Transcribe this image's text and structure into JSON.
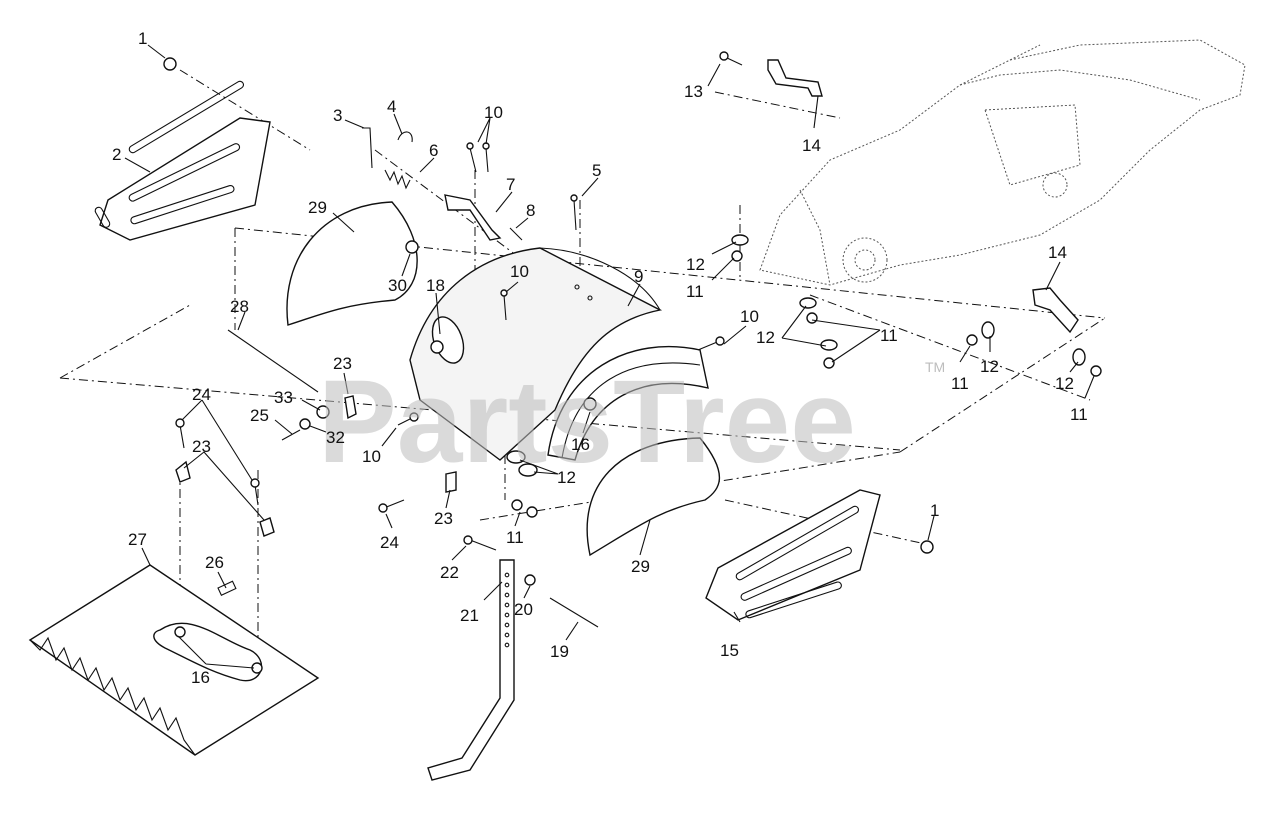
{
  "diagram": {
    "watermark": "PartsTree",
    "trademark": "TM",
    "callouts": [
      {
        "id": "c1a",
        "text": "1"
      },
      {
        "id": "c2",
        "text": "2"
      },
      {
        "id": "c3",
        "text": "3"
      },
      {
        "id": "c4",
        "text": "4"
      },
      {
        "id": "c10a",
        "text": "10"
      },
      {
        "id": "c6",
        "text": "6"
      },
      {
        "id": "c5",
        "text": "5"
      },
      {
        "id": "c7",
        "text": "7"
      },
      {
        "id": "c8",
        "text": "8"
      },
      {
        "id": "c29a",
        "text": "29"
      },
      {
        "id": "c30",
        "text": "30"
      },
      {
        "id": "c18",
        "text": "18"
      },
      {
        "id": "c10b",
        "text": "10"
      },
      {
        "id": "c9",
        "text": "9"
      },
      {
        "id": "c28",
        "text": "28"
      },
      {
        "id": "c23a",
        "text": "23"
      },
      {
        "id": "c33",
        "text": "33"
      },
      {
        "id": "c25",
        "text": "25"
      },
      {
        "id": "c32",
        "text": "32"
      },
      {
        "id": "c10c",
        "text": "10"
      },
      {
        "id": "c24a",
        "text": "24"
      },
      {
        "id": "c23b",
        "text": "23"
      },
      {
        "id": "c16a",
        "text": "16"
      },
      {
        "id": "c12a",
        "text": "12"
      },
      {
        "id": "c23c",
        "text": "23"
      },
      {
        "id": "c24b",
        "text": "24"
      },
      {
        "id": "c11a",
        "text": "11"
      },
      {
        "id": "c22",
        "text": "22"
      },
      {
        "id": "c29b",
        "text": "29"
      },
      {
        "id": "c27",
        "text": "27"
      },
      {
        "id": "c26",
        "text": "26"
      },
      {
        "id": "c21",
        "text": "21"
      },
      {
        "id": "c20",
        "text": "20"
      },
      {
        "id": "c19",
        "text": "19"
      },
      {
        "id": "c16b",
        "text": "16"
      },
      {
        "id": "c13",
        "text": "13"
      },
      {
        "id": "c14a",
        "text": "14"
      },
      {
        "id": "c12b",
        "text": "12"
      },
      {
        "id": "c11b",
        "text": "11"
      },
      {
        "id": "c10d",
        "text": "10"
      },
      {
        "id": "c12c",
        "text": "12"
      },
      {
        "id": "c11c",
        "text": "11"
      },
      {
        "id": "c14b",
        "text": "14"
      },
      {
        "id": "c11d",
        "text": "11"
      },
      {
        "id": "c12d",
        "text": "12"
      },
      {
        "id": "c12e",
        "text": "12"
      },
      {
        "id": "c11e",
        "text": "11"
      },
      {
        "id": "c1b",
        "text": "1"
      },
      {
        "id": "c15",
        "text": "15"
      }
    ]
  }
}
